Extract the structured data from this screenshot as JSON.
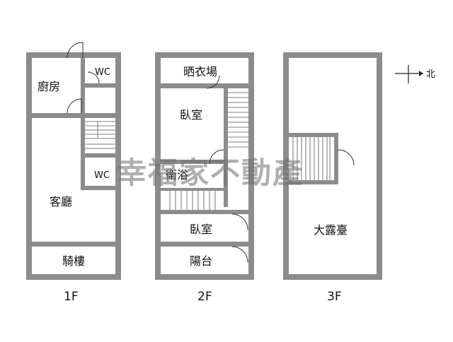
{
  "floors": [
    {
      "label": "1F",
      "rooms": [
        "廚房",
        "WC",
        "WC",
        "客廳",
        "騎樓"
      ]
    },
    {
      "label": "2F",
      "rooms": [
        "晒衣場",
        "臥室",
        "衛浴",
        "臥室",
        "陽台"
      ]
    },
    {
      "label": "3F",
      "rooms": [
        "大露臺"
      ]
    }
  ],
  "compass": {
    "label": "北"
  },
  "watermark": "幸福家不動產",
  "colors": {
    "wall": "#8c8c8c",
    "background": "#ffffff"
  }
}
